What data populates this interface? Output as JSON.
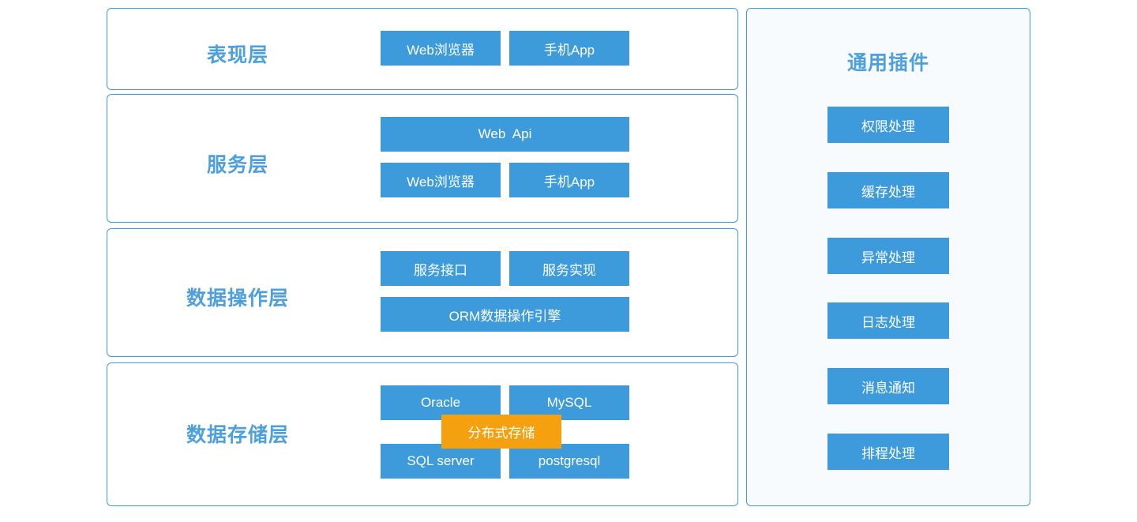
{
  "diagram": {
    "layers": [
      {
        "title": "表现层",
        "nodes": [
          {
            "label": "Web浏览器",
            "size": "half"
          },
          {
            "label": "手机App",
            "size": "half"
          }
        ]
      },
      {
        "title": "服务层",
        "nodes": [
          {
            "label": "Web  Api",
            "size": "wide"
          },
          {
            "label": "Web浏览器",
            "size": "half"
          },
          {
            "label": "手机App",
            "size": "half"
          }
        ]
      },
      {
        "title": "数据操作层",
        "nodes": [
          {
            "label": "服务接口",
            "size": "half"
          },
          {
            "label": "服务实现",
            "size": "half"
          },
          {
            "label": "ORM数据操作引擎",
            "size": "wide"
          }
        ]
      },
      {
        "title": "数据存储层",
        "nodes": [
          {
            "label": "Oracle",
            "size": "half"
          },
          {
            "label": "MySQL",
            "size": "half"
          },
          {
            "label": "SQL server",
            "size": "half"
          },
          {
            "label": "postgresql",
            "size": "half"
          }
        ],
        "overlay_node": {
          "label": "分布式存储",
          "accent": true
        }
      }
    ],
    "plugins": {
      "title": "通用插件",
      "items": [
        {
          "label": "权限处理"
        },
        {
          "label": "缓存处理"
        },
        {
          "label": "异常处理"
        },
        {
          "label": "日志处理"
        },
        {
          "label": "消息通知"
        },
        {
          "label": "排程处理"
        }
      ]
    },
    "colors": {
      "node_blue": "#3d9bdc",
      "node_orange": "#f5a10f",
      "title_blue": "#4da0dc",
      "panel_border": "#3d9bdc",
      "plugin_panel_background": "#f7fbfe",
      "page_background": "#ffffff",
      "node_text": "#ffffff"
    }
  }
}
